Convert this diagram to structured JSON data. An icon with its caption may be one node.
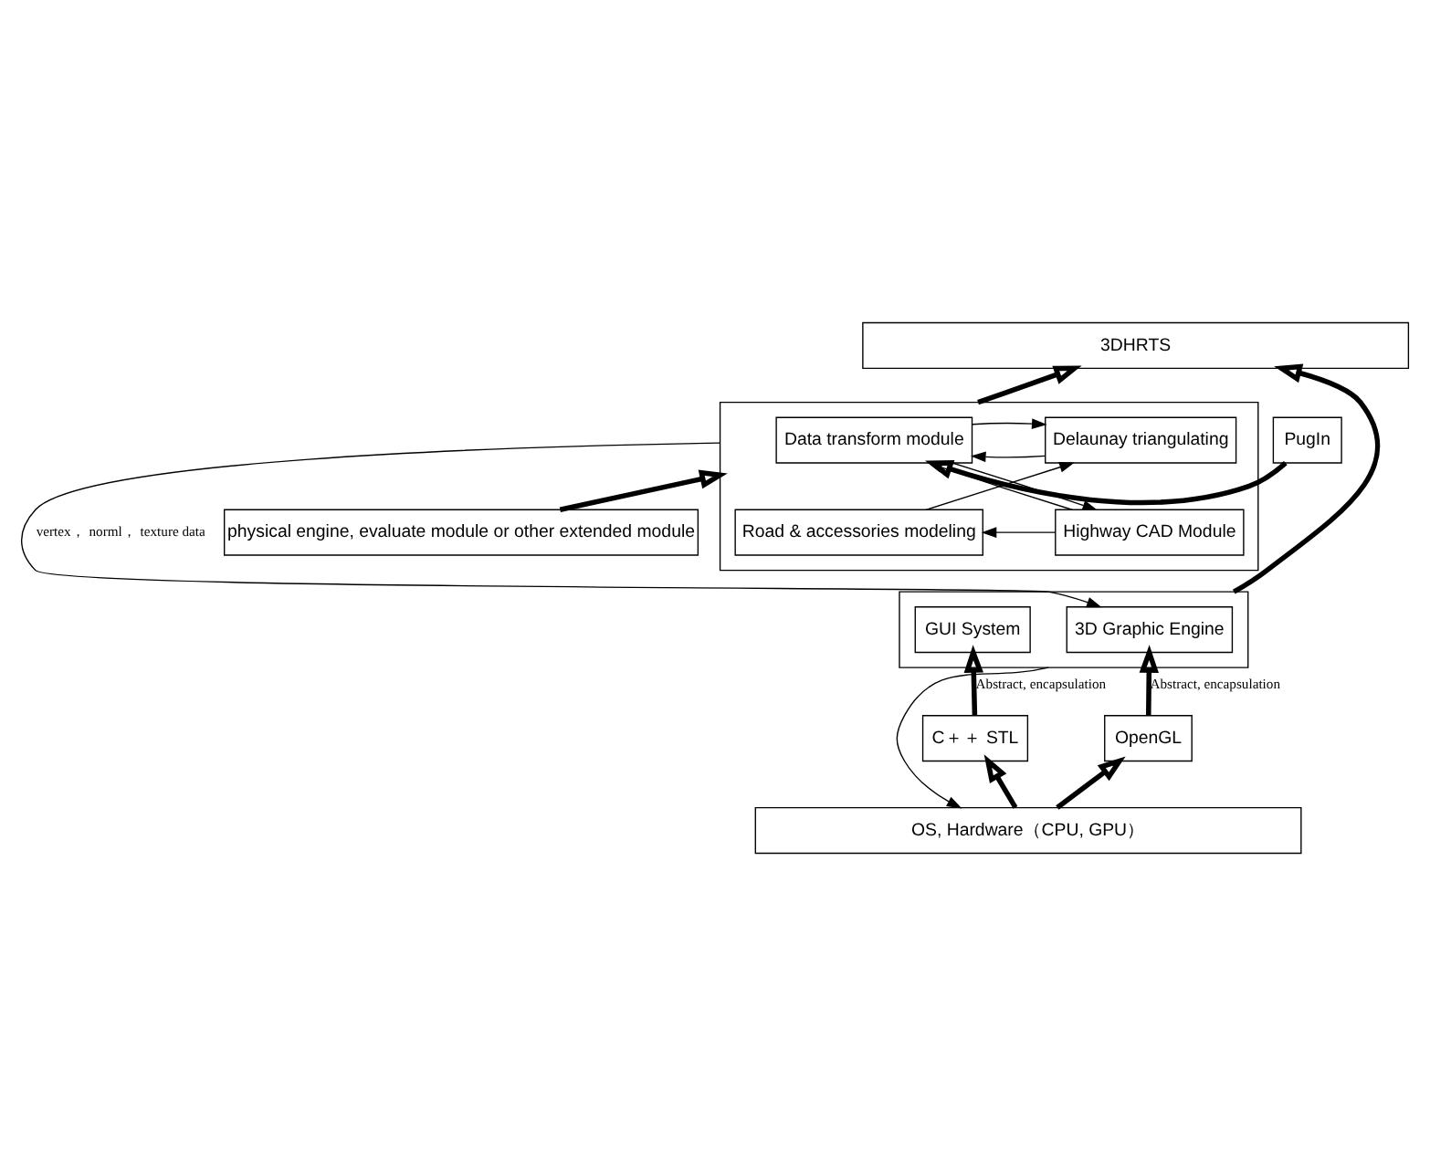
{
  "diagram": {
    "nodes": [
      {
        "text": [
          "3DHRTS"
        ]
      },
      {
        "text": [],
        "shape": "box"
      },
      {
        "text": [
          "Data transform module"
        ],
        "in": 1
      },
      {
        "text": [
          "Delaunay triangulating"
        ],
        "in": 1
      },
      {
        "text": [
          "Highway CAD Module"
        ],
        "in": 1
      },
      {
        "text": [
          "Road & accessories modeling"
        ],
        "in": 1
      },
      {
        "text": [
          "PugIn"
        ]
      },
      {
        "text": [
          "physical engine, evaluate module or other extended module"
        ]
      },
      {
        "text": [],
        "shape": "box"
      },
      {
        "text": [
          "3D Graphic Engine"
        ],
        "in": 8
      },
      {
        "text": [
          "GUI System"
        ],
        "in": 8
      },
      {
        "text": [
          "OpenGL"
        ]
      },
      {
        "text": [
          "C＋＋ STL"
        ]
      },
      {
        "text": [
          "OS, Hardware（CPU, GPU）"
        ]
      }
    ],
    "edges": [
      {
        "from": 1,
        "to": 0,
        "arrow": "to",
        "style": "thick"
      },
      {
        "from": 6,
        "to": 2,
        "arrow": "to",
        "style": "thick"
      },
      {
        "from": 2,
        "to": 3,
        "arrow": "to"
      },
      {
        "from": 3,
        "to": 2,
        "arrow": "to"
      },
      {
        "from": 4,
        "to": 2,
        "arrow": "to"
      },
      {
        "from": 2,
        "to": 4,
        "arrow": "to"
      },
      {
        "from": 4,
        "to": 5,
        "arrow": "to"
      },
      {
        "from": 5,
        "to": 3,
        "arrow": "to"
      },
      {
        "from": 7,
        "to": 1,
        "arrow": "to",
        "style": "thick"
      },
      {
        "from": 8,
        "to": 0,
        "arrow": "to",
        "style": "thick"
      },
      {
        "from": 1,
        "to": 9,
        "arrow": "to",
        "label": "vertex， norml， texture data"
      },
      {
        "from": 11,
        "to": 9,
        "arrow": "to",
        "style": "thick",
        "label": "Abstract, encapsulation"
      },
      {
        "from": 12,
        "to": 10,
        "arrow": "to",
        "style": "thick",
        "label": "Abstract, encapsulation"
      },
      {
        "from": 8,
        "to": 13,
        "arrow": "to"
      },
      {
        "from": 13,
        "to": 11,
        "arrow": "to",
        "style": "thick"
      },
      {
        "from": 13,
        "to": 12,
        "arrow": "to",
        "style": "thick"
      }
    ]
  }
}
